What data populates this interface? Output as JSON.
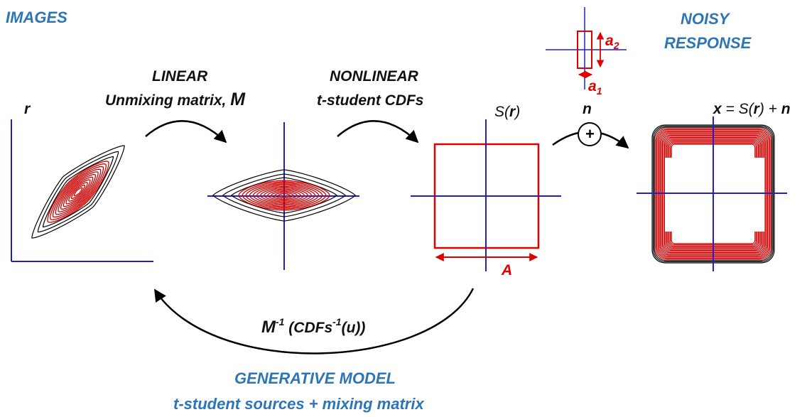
{
  "labels": {
    "images": "IMAGES",
    "noisy_line1": "NOISY",
    "noisy_line2": "RESPONSE",
    "linear_line1": "LINEAR",
    "linear_line2": "Unmixing matrix, ",
    "linear_M": "M",
    "nonlinear_line1": "NONLINEAR",
    "nonlinear_line2": "t-student CDFs",
    "r": "r",
    "s_of_r_S": "S(",
    "s_of_r_r": "r",
    "s_of_r_close": ")",
    "n": "n",
    "plus": "+",
    "x_eq_x": "x",
    "x_eq_mid": " = S(",
    "x_eq_r": "r",
    "x_eq_tail": ") + ",
    "x_eq_n": "n",
    "A": "A",
    "a2": "a",
    "a2_sub": "2",
    "a1": "a",
    "a1_sub": "1",
    "inverse_M": "M",
    "inverse_sup1": "-1",
    "inverse_mid": " (CDFs",
    "inverse_sup2": "-1",
    "inverse_open": "(",
    "inverse_u": "u",
    "inverse_close": "))",
    "generative_line1": "GENERATIVE MODEL",
    "generative_line2": "t-student sources + mixing matrix"
  },
  "colors": {
    "accent_blue": "#2E75B6",
    "axis_blue": "#1F1FCC",
    "contour_red": "#CC0000",
    "contour_black": "#000000"
  }
}
